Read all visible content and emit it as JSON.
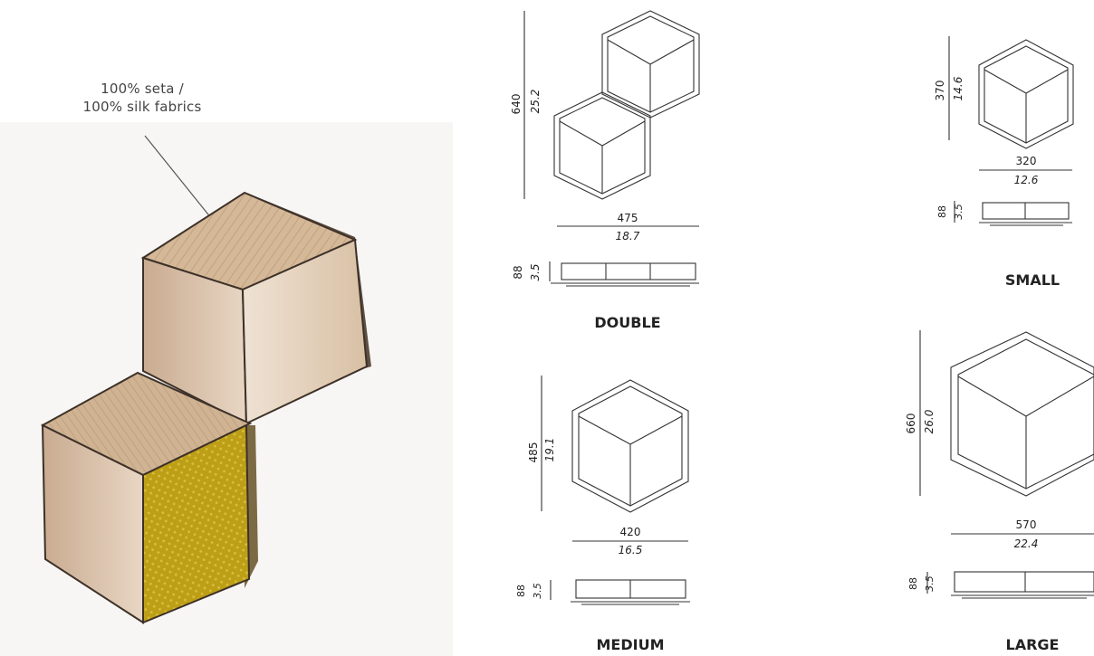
{
  "callout": {
    "line1": "100% seta /",
    "line2": "100% silk fabrics"
  },
  "variants": {
    "double": {
      "name": "DOUBLE",
      "height_mm": "640",
      "height_in": "25.2",
      "width_mm": "475",
      "width_in": "18.7",
      "depth_mm": "88",
      "depth_in": "3.5"
    },
    "small": {
      "name": "SMALL",
      "height_mm": "370",
      "height_in": "14.6",
      "width_mm": "320",
      "width_in": "12.6",
      "depth_mm": "88",
      "depth_in": "3.5"
    },
    "medium": {
      "name": "MEDIUM",
      "height_mm": "485",
      "height_in": "19.1",
      "width_mm": "420",
      "width_in": "16.5",
      "depth_mm": "88",
      "depth_in": "3.5"
    },
    "large": {
      "name": "LARGE",
      "height_mm": "660",
      "height_in": "26.0",
      "width_mm": "570",
      "width_in": "22.4",
      "depth_mm": "88",
      "depth_in": "3.5"
    }
  },
  "colors": {
    "fabric_light": "#d9c2a6",
    "fabric_mid": "#c9ad8d",
    "fabric_dark": "#a88d70",
    "accent_yellow": "#c4a418",
    "line": "#333333"
  }
}
